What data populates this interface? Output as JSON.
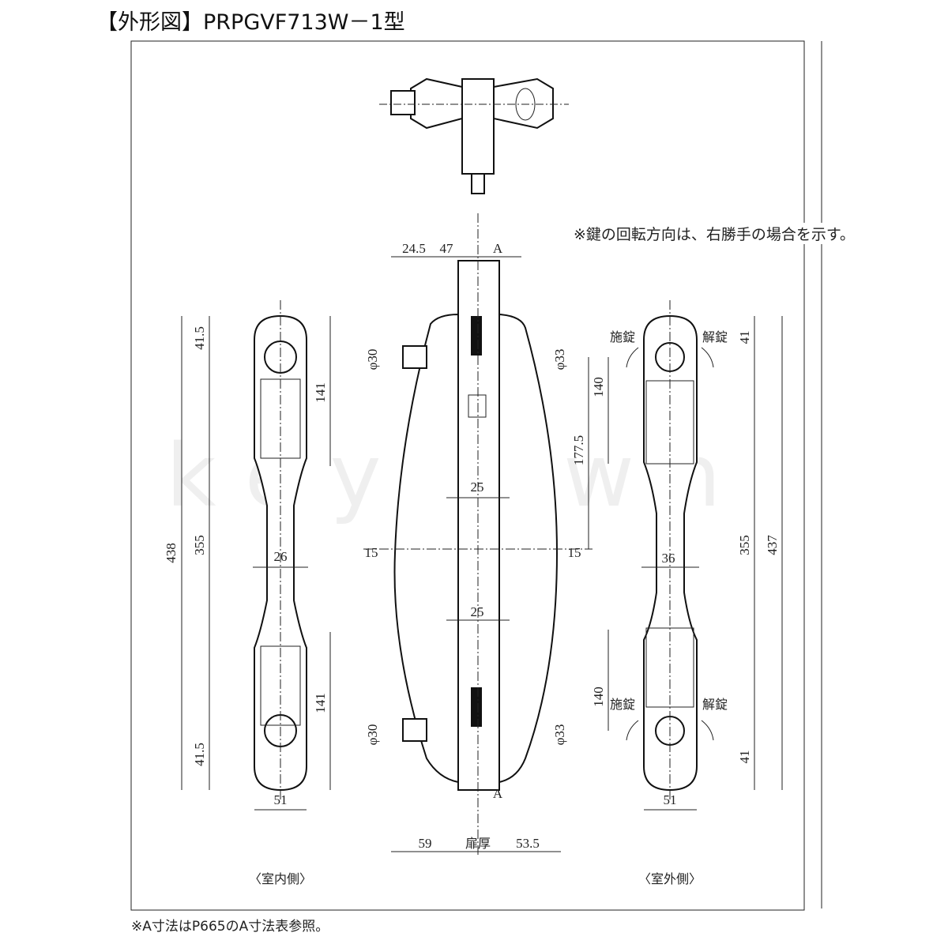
{
  "title": "【外形図】PRPGVF713W－1型",
  "note_rotation": "※鍵の回転方向は、右勝手の場合を示す。",
  "note_a": "※A寸法はP665のA寸法表参照。",
  "watermark": "keytown",
  "inside_view": {
    "caption": "〈室内側〉",
    "dims": {
      "top_cap": "41.5",
      "upper_grip": "141",
      "overall": "438",
      "pitch": "355",
      "width_mid": "26",
      "lower_grip": "141",
      "bottom_cap": "41.5",
      "width": "51"
    }
  },
  "center_view": {
    "dims": {
      "d1": "24.5",
      "d2": "47",
      "a_top": "A",
      "phi30_top": "φ30",
      "phi33_top": "φ33",
      "w25_top": "25",
      "proj_left": "15",
      "proj_right": "15",
      "w25_bottom": "25",
      "phi30_bottom": "φ30",
      "phi33_bottom": "φ33",
      "a_bottom": "A",
      "left_depth": "59",
      "door_thickness": "扉厚",
      "right_depth": "53.5"
    }
  },
  "outside_view": {
    "caption": "〈室外側〉",
    "lock_label": "施錠",
    "unlock_label": "解錠",
    "dims": {
      "top_cap": "41",
      "upper_grip": "140",
      "upper_span": "177.5",
      "pitch": "355",
      "overall": "437",
      "width_mid": "36",
      "lower_grip": "140",
      "bottom_cap": "41",
      "width": "51"
    }
  }
}
